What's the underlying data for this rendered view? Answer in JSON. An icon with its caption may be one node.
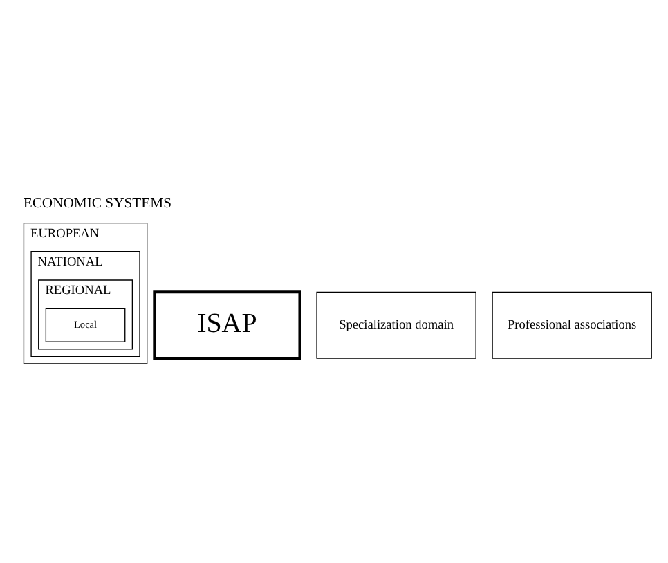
{
  "diagram": {
    "title": "ECONOMIC SYSTEMS",
    "nodes": [
      {
        "text": [
          "EUROPEAN"
        ]
      },
      {
        "text": [
          "NATIONAL"
        ],
        "in": 0
      },
      {
        "text": [
          "REGIONAL"
        ],
        "in": 1
      },
      {
        "text": [
          "Local"
        ],
        "in": 2
      },
      {
        "text": [
          "ISAP"
        ]
      },
      {
        "text": [
          "Specialization domain"
        ]
      },
      {
        "text": [
          "Professional associations"
        ]
      }
    ]
  }
}
